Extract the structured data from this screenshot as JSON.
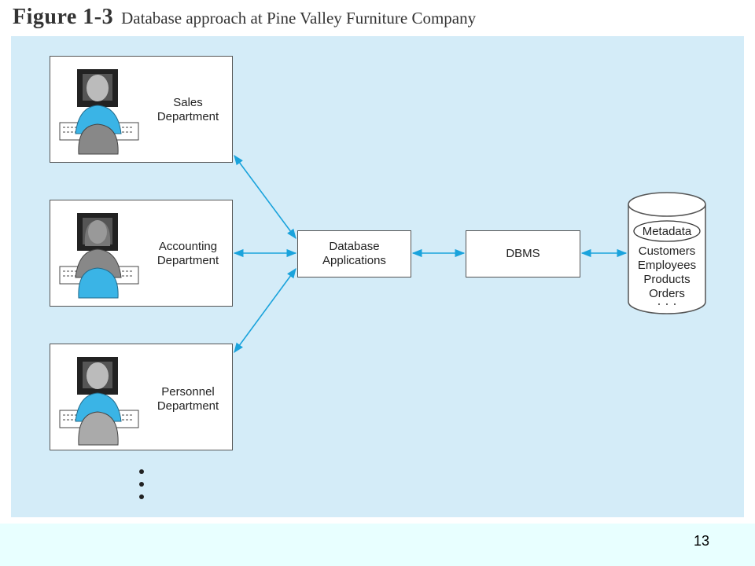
{
  "header": {
    "figure_label": "Figure 1-3",
    "caption": "Database approach at Pine Valley Furniture Company"
  },
  "diagram": {
    "departments": [
      {
        "line1": "Sales",
        "line2": "Department"
      },
      {
        "line1": "Accounting",
        "line2": "Department"
      },
      {
        "line1": "Personnel",
        "line2": "Department"
      }
    ],
    "applications": {
      "line1": "Database",
      "line2": "Applications"
    },
    "dbms": "DBMS",
    "database": {
      "metadata": "Metadata",
      "items": [
        "Customers",
        "Employees",
        "Products",
        "Orders"
      ]
    }
  },
  "colors": {
    "panel": "#d4ecf8",
    "arrow": "#1aa3dc",
    "person": "#3ab4e6"
  },
  "footer": {
    "page_number": "13"
  }
}
